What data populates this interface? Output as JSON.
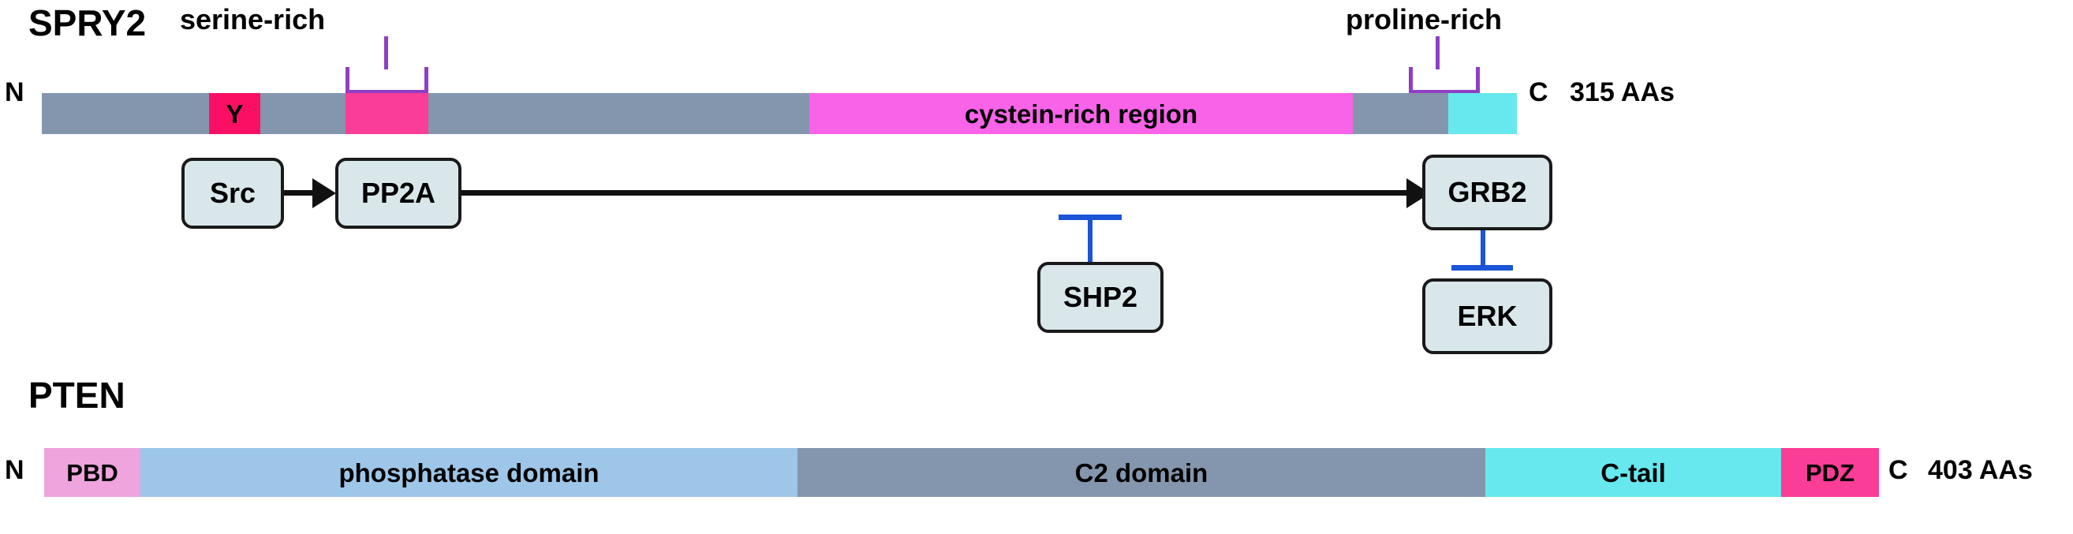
{
  "diagram": {
    "title_spry2": "SPRY2",
    "title_pten": "PTEN"
  },
  "spry2": {
    "n_terminus": "N",
    "c_terminus": "C",
    "length_label": "315 AAs",
    "callouts": [
      {
        "name": "serine-rich",
        "label": "serine-rich"
      },
      {
        "name": "proline-rich",
        "label": "proline-rich"
      }
    ],
    "segments": [
      {
        "name": "n-linker",
        "label": "",
        "color": "#8496ad"
      },
      {
        "name": "tyrosine-site",
        "label": "Y",
        "color": "#fa0f64"
      },
      {
        "name": "linker-2",
        "label": "",
        "color": "#8496ad"
      },
      {
        "name": "serine-rich-domain",
        "label": "",
        "color": "#fa3d96"
      },
      {
        "name": "linker-3",
        "label": "",
        "color": "#8496ad"
      },
      {
        "name": "cystein-rich",
        "label": "cystein-rich region",
        "color": "#f963e8"
      },
      {
        "name": "linker-4",
        "label": "",
        "color": "#8496ad"
      },
      {
        "name": "proline-rich-domain",
        "label": "",
        "color": "#66e8ee"
      }
    ],
    "nodes": [
      {
        "name": "src",
        "label": "Src"
      },
      {
        "name": "pp2a",
        "label": "PP2A"
      },
      {
        "name": "shp2",
        "label": "SHP2"
      },
      {
        "name": "grb2",
        "label": "GRB2"
      },
      {
        "name": "erk",
        "label": "ERK"
      }
    ]
  },
  "pten": {
    "n_terminus": "N",
    "c_terminus": "C",
    "length_label": "403 AAs",
    "segments": [
      {
        "name": "pbd",
        "label": "PBD",
        "color": "#efa4dd"
      },
      {
        "name": "phosphatase-domain",
        "label": "phosphatase domain",
        "color": "#9dc6e9"
      },
      {
        "name": "c2-domain",
        "label": "C2 domain",
        "color": "#8496ad"
      },
      {
        "name": "c-tail",
        "label": "C-tail",
        "color": "#66e8ee"
      },
      {
        "name": "pdz",
        "label": "PDZ",
        "color": "#fa3d96"
      }
    ]
  },
  "colors": {
    "bracket_purple": "#8e3fc4",
    "inhibition_blue": "#1a55d8",
    "arrow_black": "#111111",
    "node_fill": "#d9e7ea"
  }
}
